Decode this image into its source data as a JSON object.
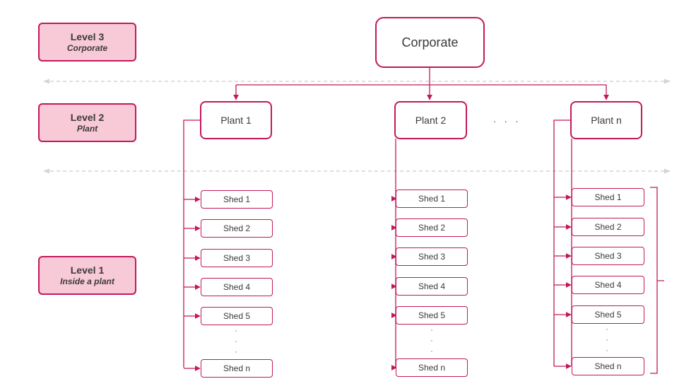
{
  "colors": {
    "accent": "#c2185b",
    "level_fill": "#f8c9d7",
    "separator": "#d4d4d4",
    "text": "#3a3a3a"
  },
  "levels": [
    {
      "title": "Level 3",
      "subtitle": "Corporate"
    },
    {
      "title": "Level 2",
      "subtitle": "Plant"
    },
    {
      "title": "Level 1",
      "subtitle": "Inside a plant"
    }
  ],
  "corporate": {
    "label": "Corporate"
  },
  "plants": [
    {
      "label": "Plant 1",
      "sheds": [
        "Shed 1",
        "Shed 2",
        "Shed 3",
        "Shed 4",
        "Shed 5",
        "Shed n"
      ]
    },
    {
      "label": "Plant 2",
      "sheds": [
        "Shed 1",
        "Shed 2",
        "Shed 3",
        "Shed 4",
        "Shed 5",
        "Shed n"
      ]
    },
    {
      "label": "Plant n",
      "sheds": [
        "Shed 1",
        "Shed 2",
        "Shed 3",
        "Shed 4",
        "Shed 5",
        "Shed n"
      ]
    }
  ],
  "plant_gap": ". . .",
  "vertical_ellipsis": [
    "·",
    "·",
    "·"
  ]
}
